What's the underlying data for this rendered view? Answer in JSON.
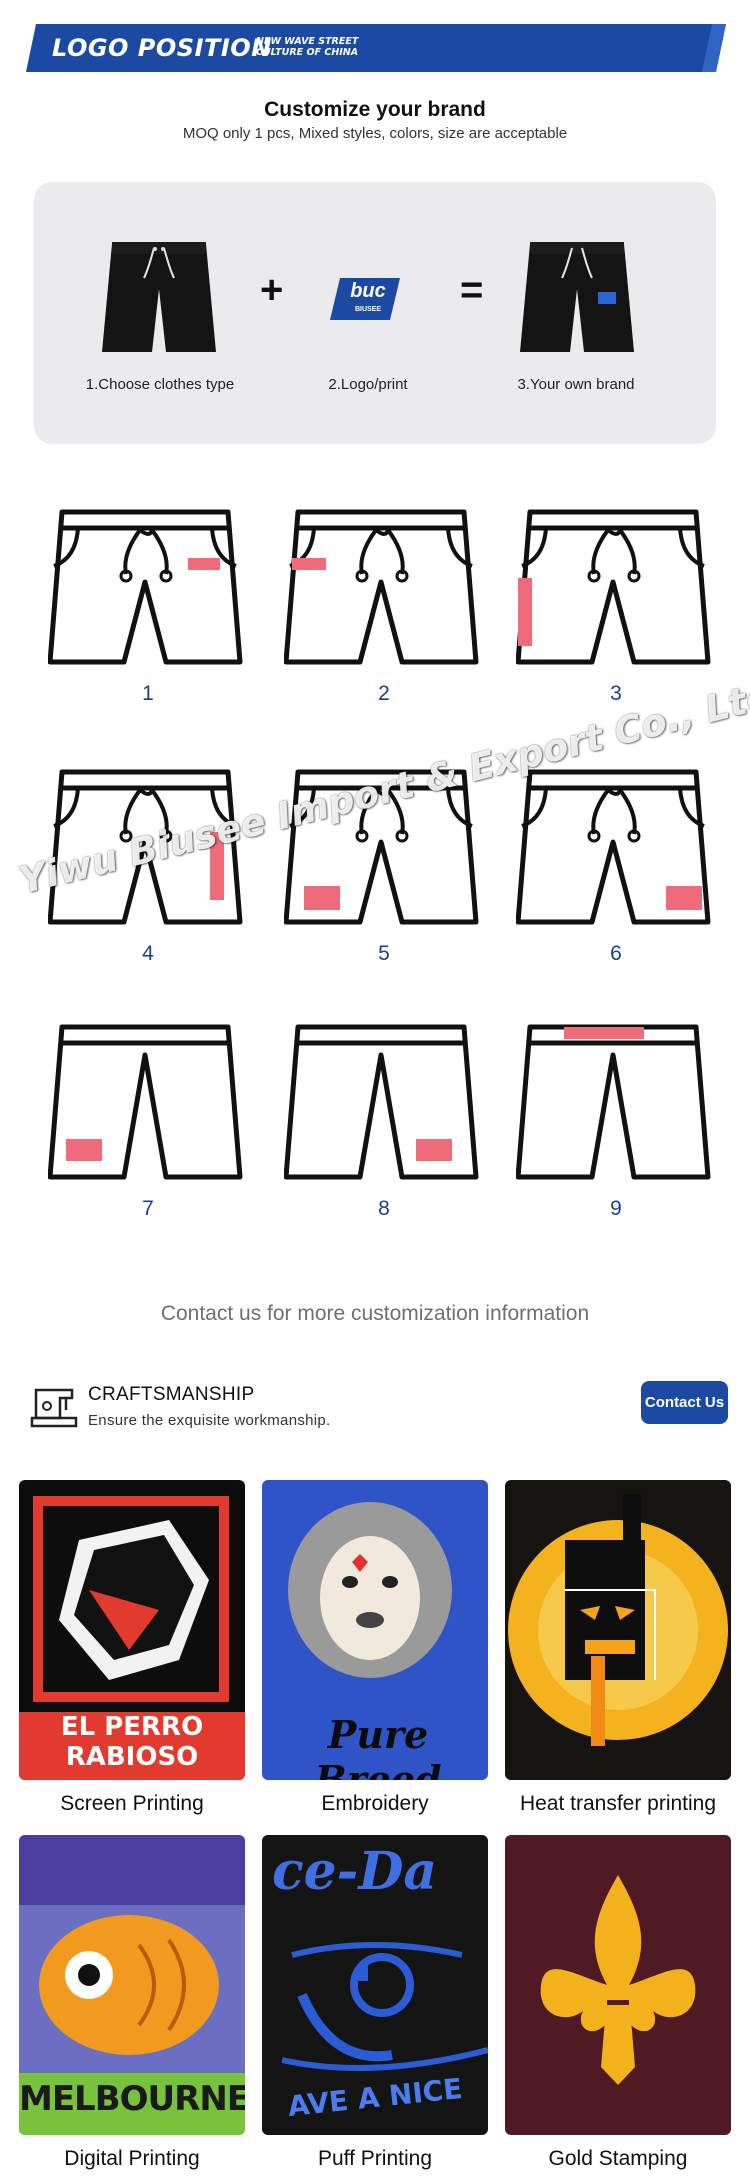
{
  "banner": {
    "title": "LOGO POSITION",
    "subtitle_line1": "NEW WAVE STREET",
    "subtitle_line2": "CULTURE OF CHINA",
    "color": "#1c4aa3"
  },
  "customize": {
    "title": "Customize your brand",
    "subtitle": "MOQ only 1 pcs, Mixed styles, colors, size are acceptable"
  },
  "process": {
    "steps": [
      {
        "label": "1.Choose clothes type"
      },
      {
        "label": "2.Logo/print"
      },
      {
        "label": "3.Your own brand"
      }
    ],
    "plus": "+",
    "equals": "=",
    "logo_text": "buc",
    "logo_subtext": "BIUSEE",
    "logo_color": "#1c4aa3"
  },
  "positions": {
    "numbers": [
      "1",
      "2",
      "3",
      "4",
      "5",
      "6",
      "7",
      "8",
      "9"
    ],
    "mark_color": "#f06b7a",
    "number_color": "#1c3f8c"
  },
  "watermark": "Yiwu Biusee Import & Export Co., Ltd.",
  "contact_text": "Contact us for more customization information",
  "craftsmanship": {
    "icon": "sewing-machine-icon",
    "title": "CRAFTSMANSHIP",
    "subtitle": "Ensure the exquisite workmanship.",
    "button": "Contact Us"
  },
  "techniques": [
    {
      "label": "Screen Printing",
      "sample_text_1": "EL PERRO",
      "sample_text_2": "RABIOSO"
    },
    {
      "label": "Embroidery",
      "sample_text_1": "Pure Breed"
    },
    {
      "label": "Heat transfer printing"
    },
    {
      "label": "Digital Printing",
      "sample_text_1": "MELBOURNE"
    },
    {
      "label": "Puff Printing",
      "sample_text_1": "ce-Da",
      "sample_text_2": "AVE A NICE"
    },
    {
      "label": "Gold Stamping"
    }
  ]
}
